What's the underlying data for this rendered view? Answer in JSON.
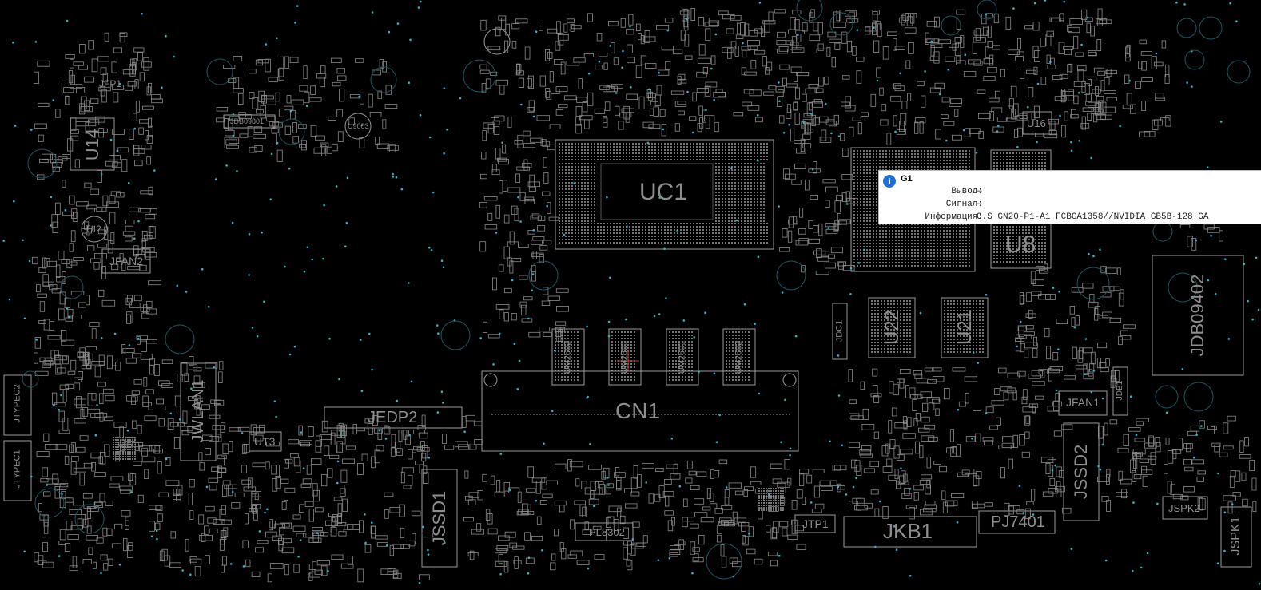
{
  "labels": {
    "uc1": "UC1",
    "cn1": "CN1",
    "u8": "U8",
    "u22": "U22",
    "u21": "U21",
    "u14": "U14",
    "ui2": "UI2",
    "u16": "U16",
    "jfan2": "JFAN2",
    "jfan1": "JFAN1",
    "jfp1": "JFP1",
    "jedp2": "JEDP2",
    "jwlan1": "JWLAN1",
    "jssd1": "JSSD1",
    "jssd2": "JSSD2",
    "jkb1": "JKB1",
    "pj7401": "PJ7401",
    "jspk1": "JSPK1",
    "jspk2": "JSPK2",
    "jtp1": "JTP1",
    "ut3": "UT3",
    "pl8302": "PL8302",
    "jtypec1": "JTYPEC1",
    "jtypec2": "JTYPEC2",
    "jdb09402": "JDB09402",
    "jdb09801": "JDB09801",
    "um2502": "UM2502",
    "um2501": "UM2501",
    "um2601": "UM2601",
    "um2602": "UM2602",
    "u9003": "U9003",
    "jdc1": "JDC1",
    "jdb1": "JDB1"
  },
  "info_popup": {
    "icon": "info-icon",
    "title": "G1",
    "rows": [
      {
        "key": "Вывод:",
        "value": "—"
      },
      {
        "key": "Сигнал:",
        "value": "—"
      },
      {
        "key": "Информация:",
        "value": "C.S GN20-P1-A1 FCBGA1358//NVIDIA GB5B-128 GA"
      }
    ]
  },
  "colors": {
    "background": "#000000",
    "silkscreen": "#9a9a9a",
    "via": "#2fb5c4",
    "marker": "#c0392b",
    "popup_bg": "#ffffff",
    "info_icon": "#1e6fd9"
  }
}
